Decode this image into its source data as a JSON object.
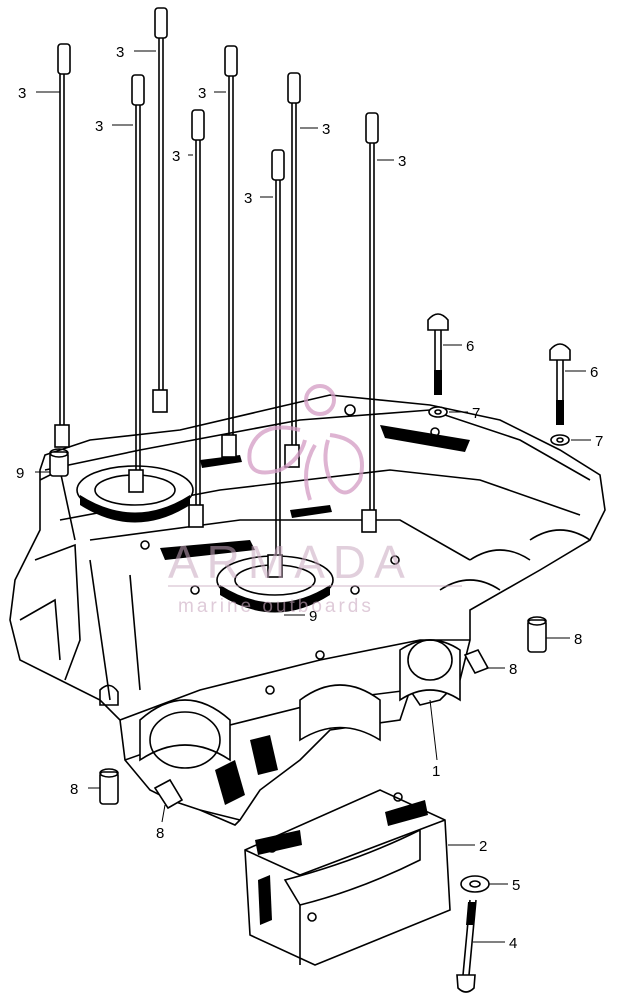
{
  "callouts": {
    "crankcase": "1",
    "bearing_cap": "2",
    "stud": "3",
    "bolt_lower": "4",
    "washer_lower": "5",
    "bolt": "6",
    "washer": "7",
    "dowel": "8",
    "dowel_top": "9"
  },
  "watermark": {
    "brand": "ARMADA",
    "tagline": "marine outboards",
    "color": "#d39bc4"
  }
}
